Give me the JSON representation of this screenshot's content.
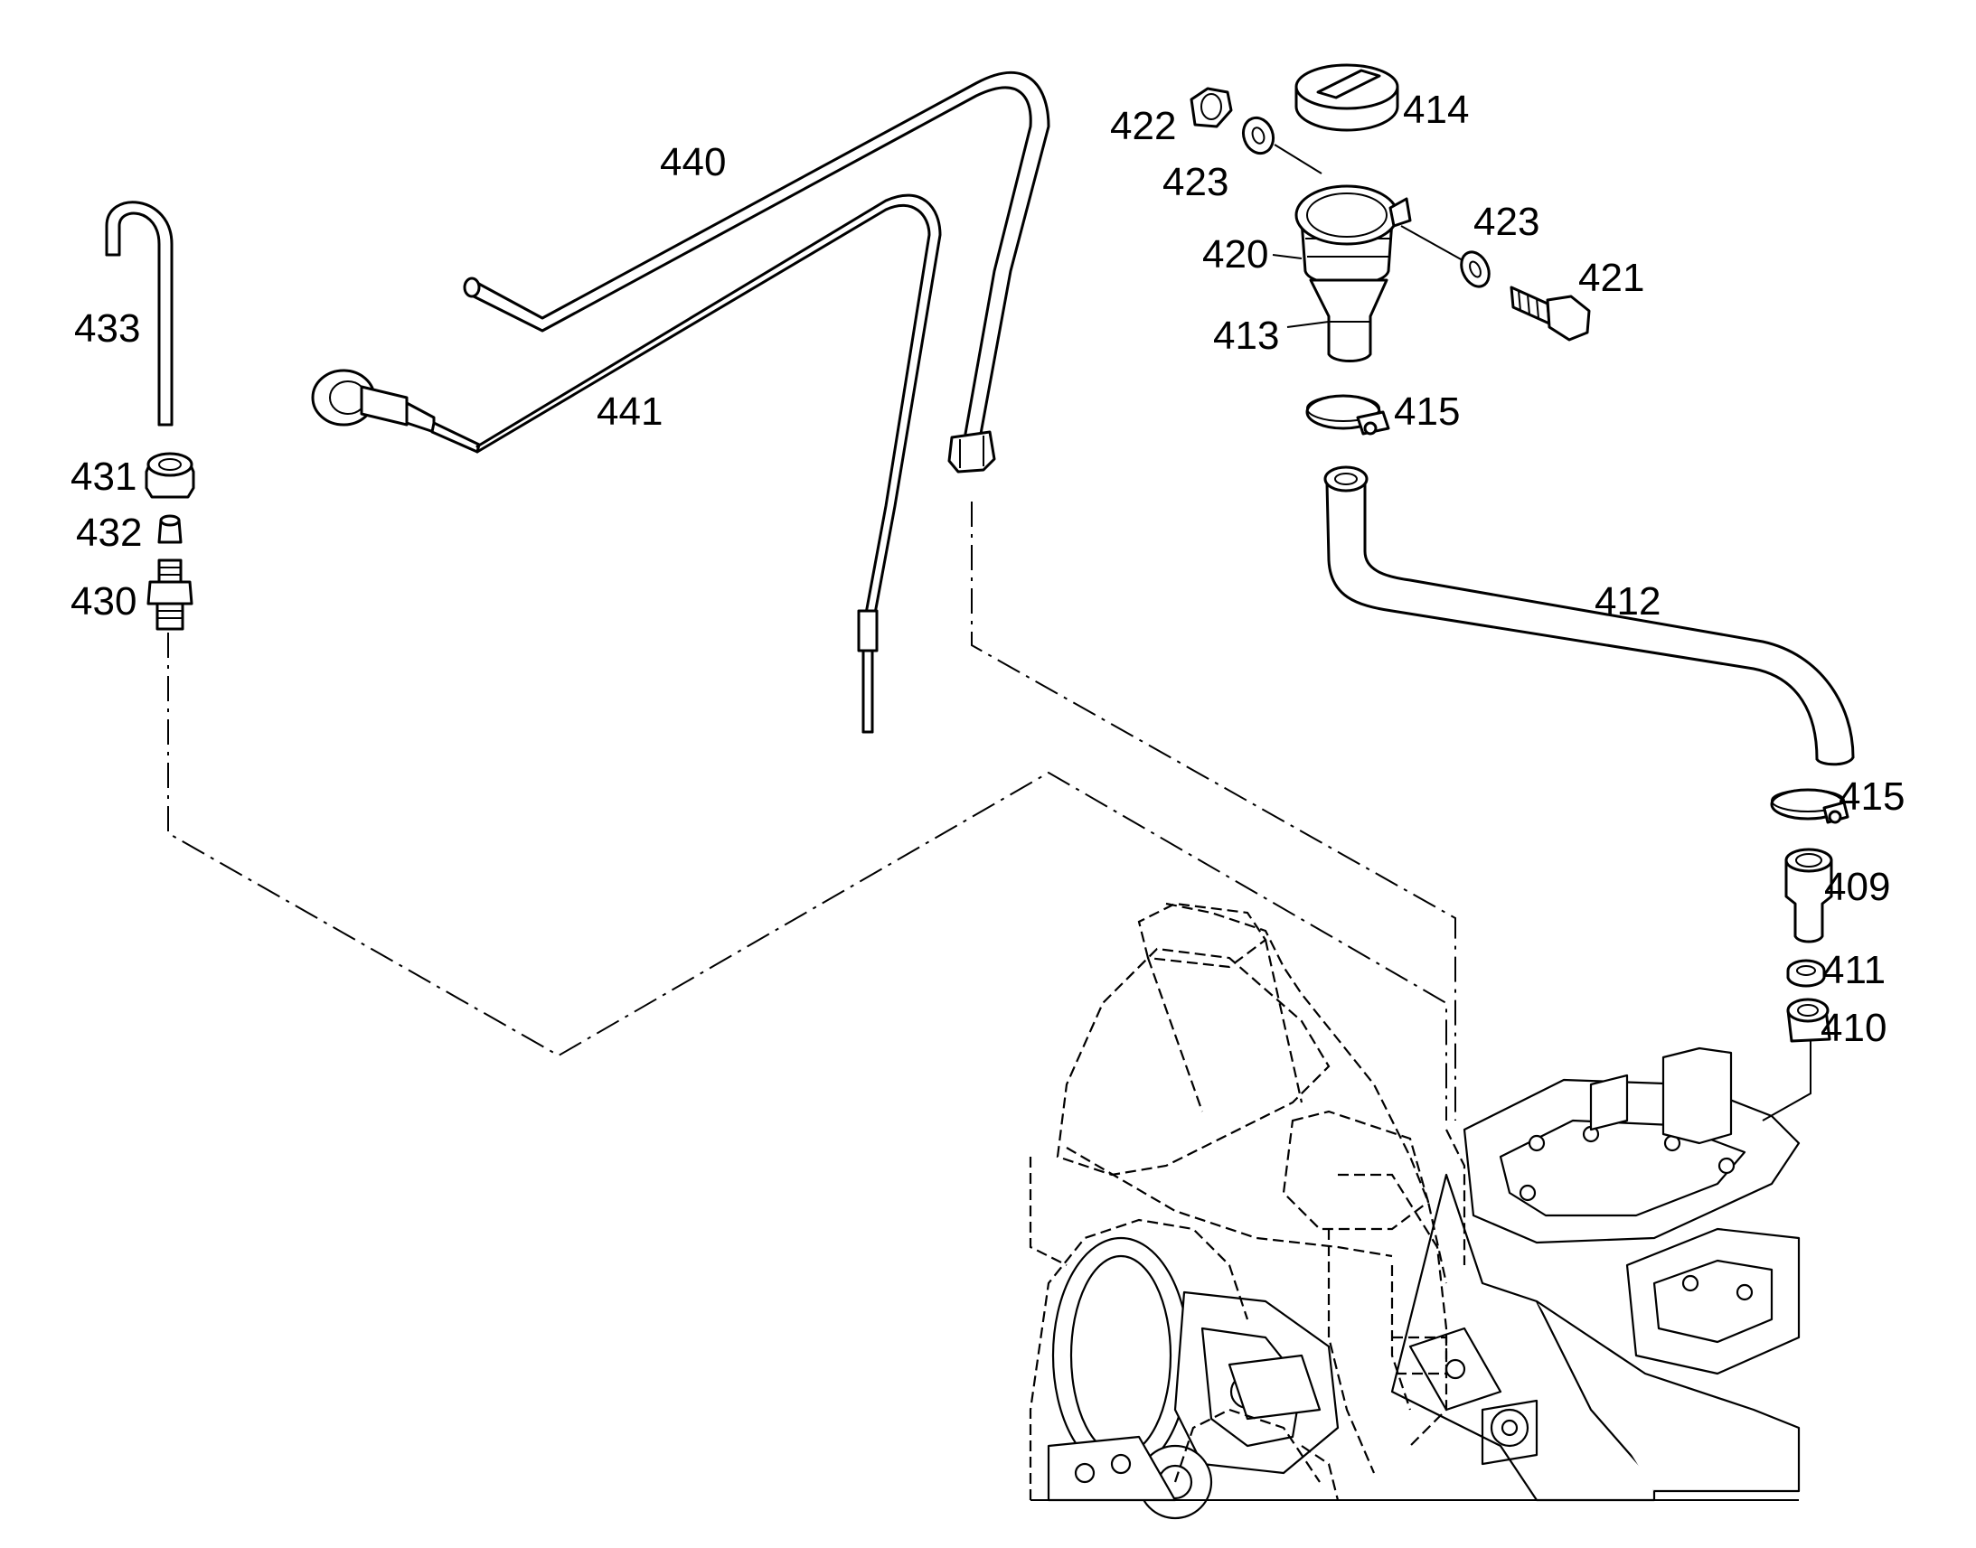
{
  "callouts": [
    {
      "id": "433",
      "text": "433"
    },
    {
      "id": "431",
      "text": "431"
    },
    {
      "id": "432",
      "text": "432"
    },
    {
      "id": "430",
      "text": "430"
    },
    {
      "id": "440",
      "text": "440"
    },
    {
      "id": "441",
      "text": "441"
    },
    {
      "id": "422",
      "text": "422"
    },
    {
      "id": "414",
      "text": "414"
    },
    {
      "id": "423a",
      "text": "423"
    },
    {
      "id": "423b",
      "text": "423"
    },
    {
      "id": "420",
      "text": "420"
    },
    {
      "id": "421",
      "text": "421"
    },
    {
      "id": "413",
      "text": "413"
    },
    {
      "id": "415a",
      "text": "415"
    },
    {
      "id": "412",
      "text": "412"
    },
    {
      "id": "415b",
      "text": "415"
    },
    {
      "id": "409",
      "text": "409"
    },
    {
      "id": "411",
      "text": "411"
    },
    {
      "id": "410",
      "text": "410"
    }
  ]
}
